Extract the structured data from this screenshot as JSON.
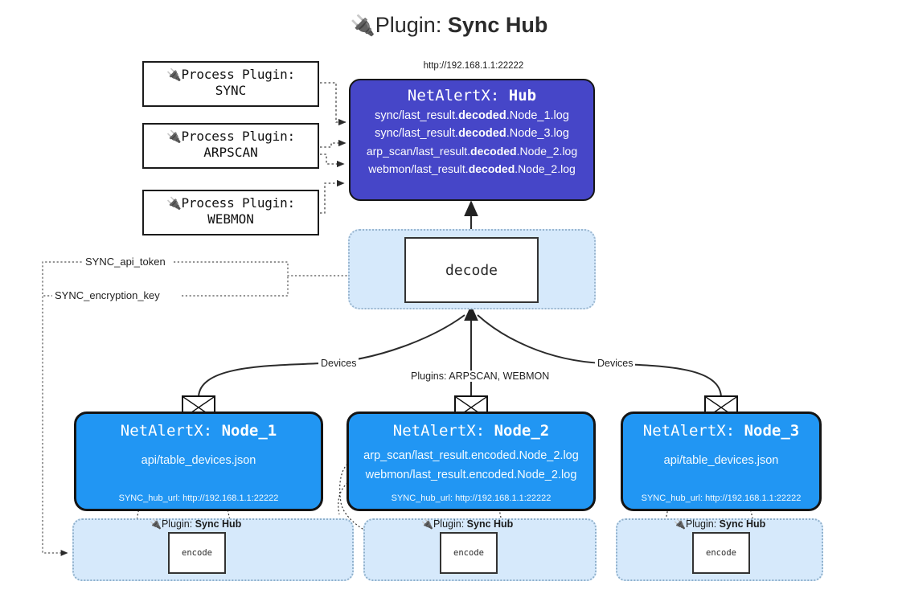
{
  "page": {
    "title_prefix": "Plugin:",
    "title_name": "Sync Hub",
    "plug_icon": "plug-icon",
    "bg_color": "#ffffff"
  },
  "colors": {
    "hub_fill": "#4646c8",
    "node_fill": "#2196f3",
    "group_fill": "#d6e9fb",
    "group_border": "#9ab6cf",
    "outline": "#141414"
  },
  "process_plugins": [
    {
      "header": "Process Plugin:",
      "name": "SYNC"
    },
    {
      "header": "Process Plugin:",
      "name": "ARPSCAN"
    },
    {
      "header": "Process Plugin:",
      "name": "WEBMON"
    }
  ],
  "hub": {
    "url": "http://192.168.1.1:22222",
    "title_prefix": "NetAlertX:",
    "title_name": "Hub",
    "lines": [
      {
        "pre": "sync/last_result.",
        "bold": "decoded",
        "post": ".Node_1.log"
      },
      {
        "pre": "sync/last_result.",
        "bold": "decoded",
        "post": ".Node_3.log"
      },
      {
        "pre": "arp_scan/last_result.",
        "bold": "decoded",
        "post": ".Node_2.log"
      },
      {
        "pre": "webmon/last_result.",
        "bold": "decoded",
        "post": ".Node_2.log"
      }
    ]
  },
  "decode": {
    "label": "decode"
  },
  "tokens": [
    {
      "label": "SYNC_api_token"
    },
    {
      "label": "SYNC_encryption_key"
    }
  ],
  "edge_labels": {
    "left_devices": "Devices",
    "center_plugins": "Plugins: ARPSCAN, WEBMON",
    "right_devices": "Devices"
  },
  "nodes": [
    {
      "title_prefix": "NetAlertX:",
      "title_name": "Node_1",
      "lines": [
        "api/table_devices.json"
      ],
      "url_key": "SYNC_hub_url:",
      "url_value": "http://192.168.1.1:22222",
      "envelope_icon": "envelope-icon"
    },
    {
      "title_prefix": "NetAlertX:",
      "title_name": "Node_2",
      "lines": [
        "arp_scan/last_result.encoded.Node_2.log",
        "webmon/last_result.encoded.Node_2.log"
      ],
      "url_key": "SYNC_hub_url:",
      "url_value": "http://192.168.1.1:22222",
      "envelope_icon": "envelope-icon"
    },
    {
      "title_prefix": "NetAlertX:",
      "title_name": "Node_3",
      "lines": [
        "api/table_devices.json"
      ],
      "url_key": "SYNC_hub_url:",
      "url_value": "http://192.168.1.1:22222",
      "envelope_icon": "envelope-icon"
    }
  ],
  "encode_groups": [
    {
      "plugin_prefix": "Plugin:",
      "plugin_name": "Sync Hub",
      "box_label": "encode"
    },
    {
      "plugin_prefix": "Plugin:",
      "plugin_name": "Sync Hub",
      "box_label": "encode"
    },
    {
      "plugin_prefix": "Plugin:",
      "plugin_name": "Sync Hub",
      "box_label": "encode"
    }
  ]
}
